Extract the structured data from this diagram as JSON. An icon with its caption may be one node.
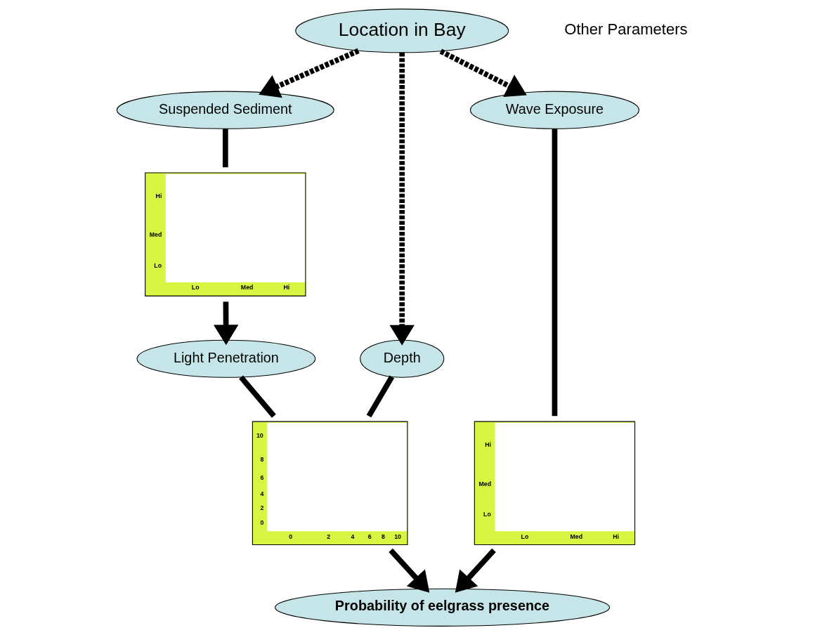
{
  "diagram": {
    "nodes": [
      {
        "text": [
          "Suspended Sediment"
        ]
      },
      {
        "text": [
          "Hi",
          "Med",
          "Lo",
          "Lo",
          "Med",
          "Hi"
        ]
      },
      {
        "text": [
          "Location in Bay"
        ],
        "beside": [
          "Other Parameters"
        ]
      },
      {
        "text": [
          "Depth"
        ]
      },
      {
        "text": [
          "Light Penetration"
        ]
      },
      {
        "text": [
          "10",
          "8",
          "6",
          "4",
          "2",
          "0",
          "0",
          "2",
          "4",
          "6",
          "8",
          "10"
        ]
      },
      {
        "text": [
          "Wave Exposure"
        ]
      },
      {
        "text": [
          "Hi",
          "Med",
          "Lo",
          "Lo",
          "Med",
          "Hi"
        ]
      },
      {
        "text": [
          "Probability of eelgrass presence"
        ]
      }
    ],
    "edges": [
      {
        "from": 2,
        "to": 0,
        "arrow": "to",
        "style": "dashed"
      },
      {
        "from": 2,
        "to": 3,
        "arrow": "to",
        "style": "dashed"
      },
      {
        "from": 2,
        "to": 6,
        "arrow": "to",
        "style": "dashed"
      },
      {
        "from": 0,
        "to": 1,
        "arrow": "none"
      },
      {
        "from": 1,
        "to": 4,
        "arrow": "to"
      },
      {
        "from": 3,
        "to": 5,
        "arrow": "none"
      },
      {
        "from": 4,
        "to": 5,
        "arrow": "none"
      },
      {
        "from": 5,
        "to": 8,
        "arrow": "to"
      },
      {
        "from": 6,
        "to": 7,
        "arrow": "none"
      },
      {
        "from": 7,
        "to": 8,
        "arrow": "to"
      }
    ]
  }
}
